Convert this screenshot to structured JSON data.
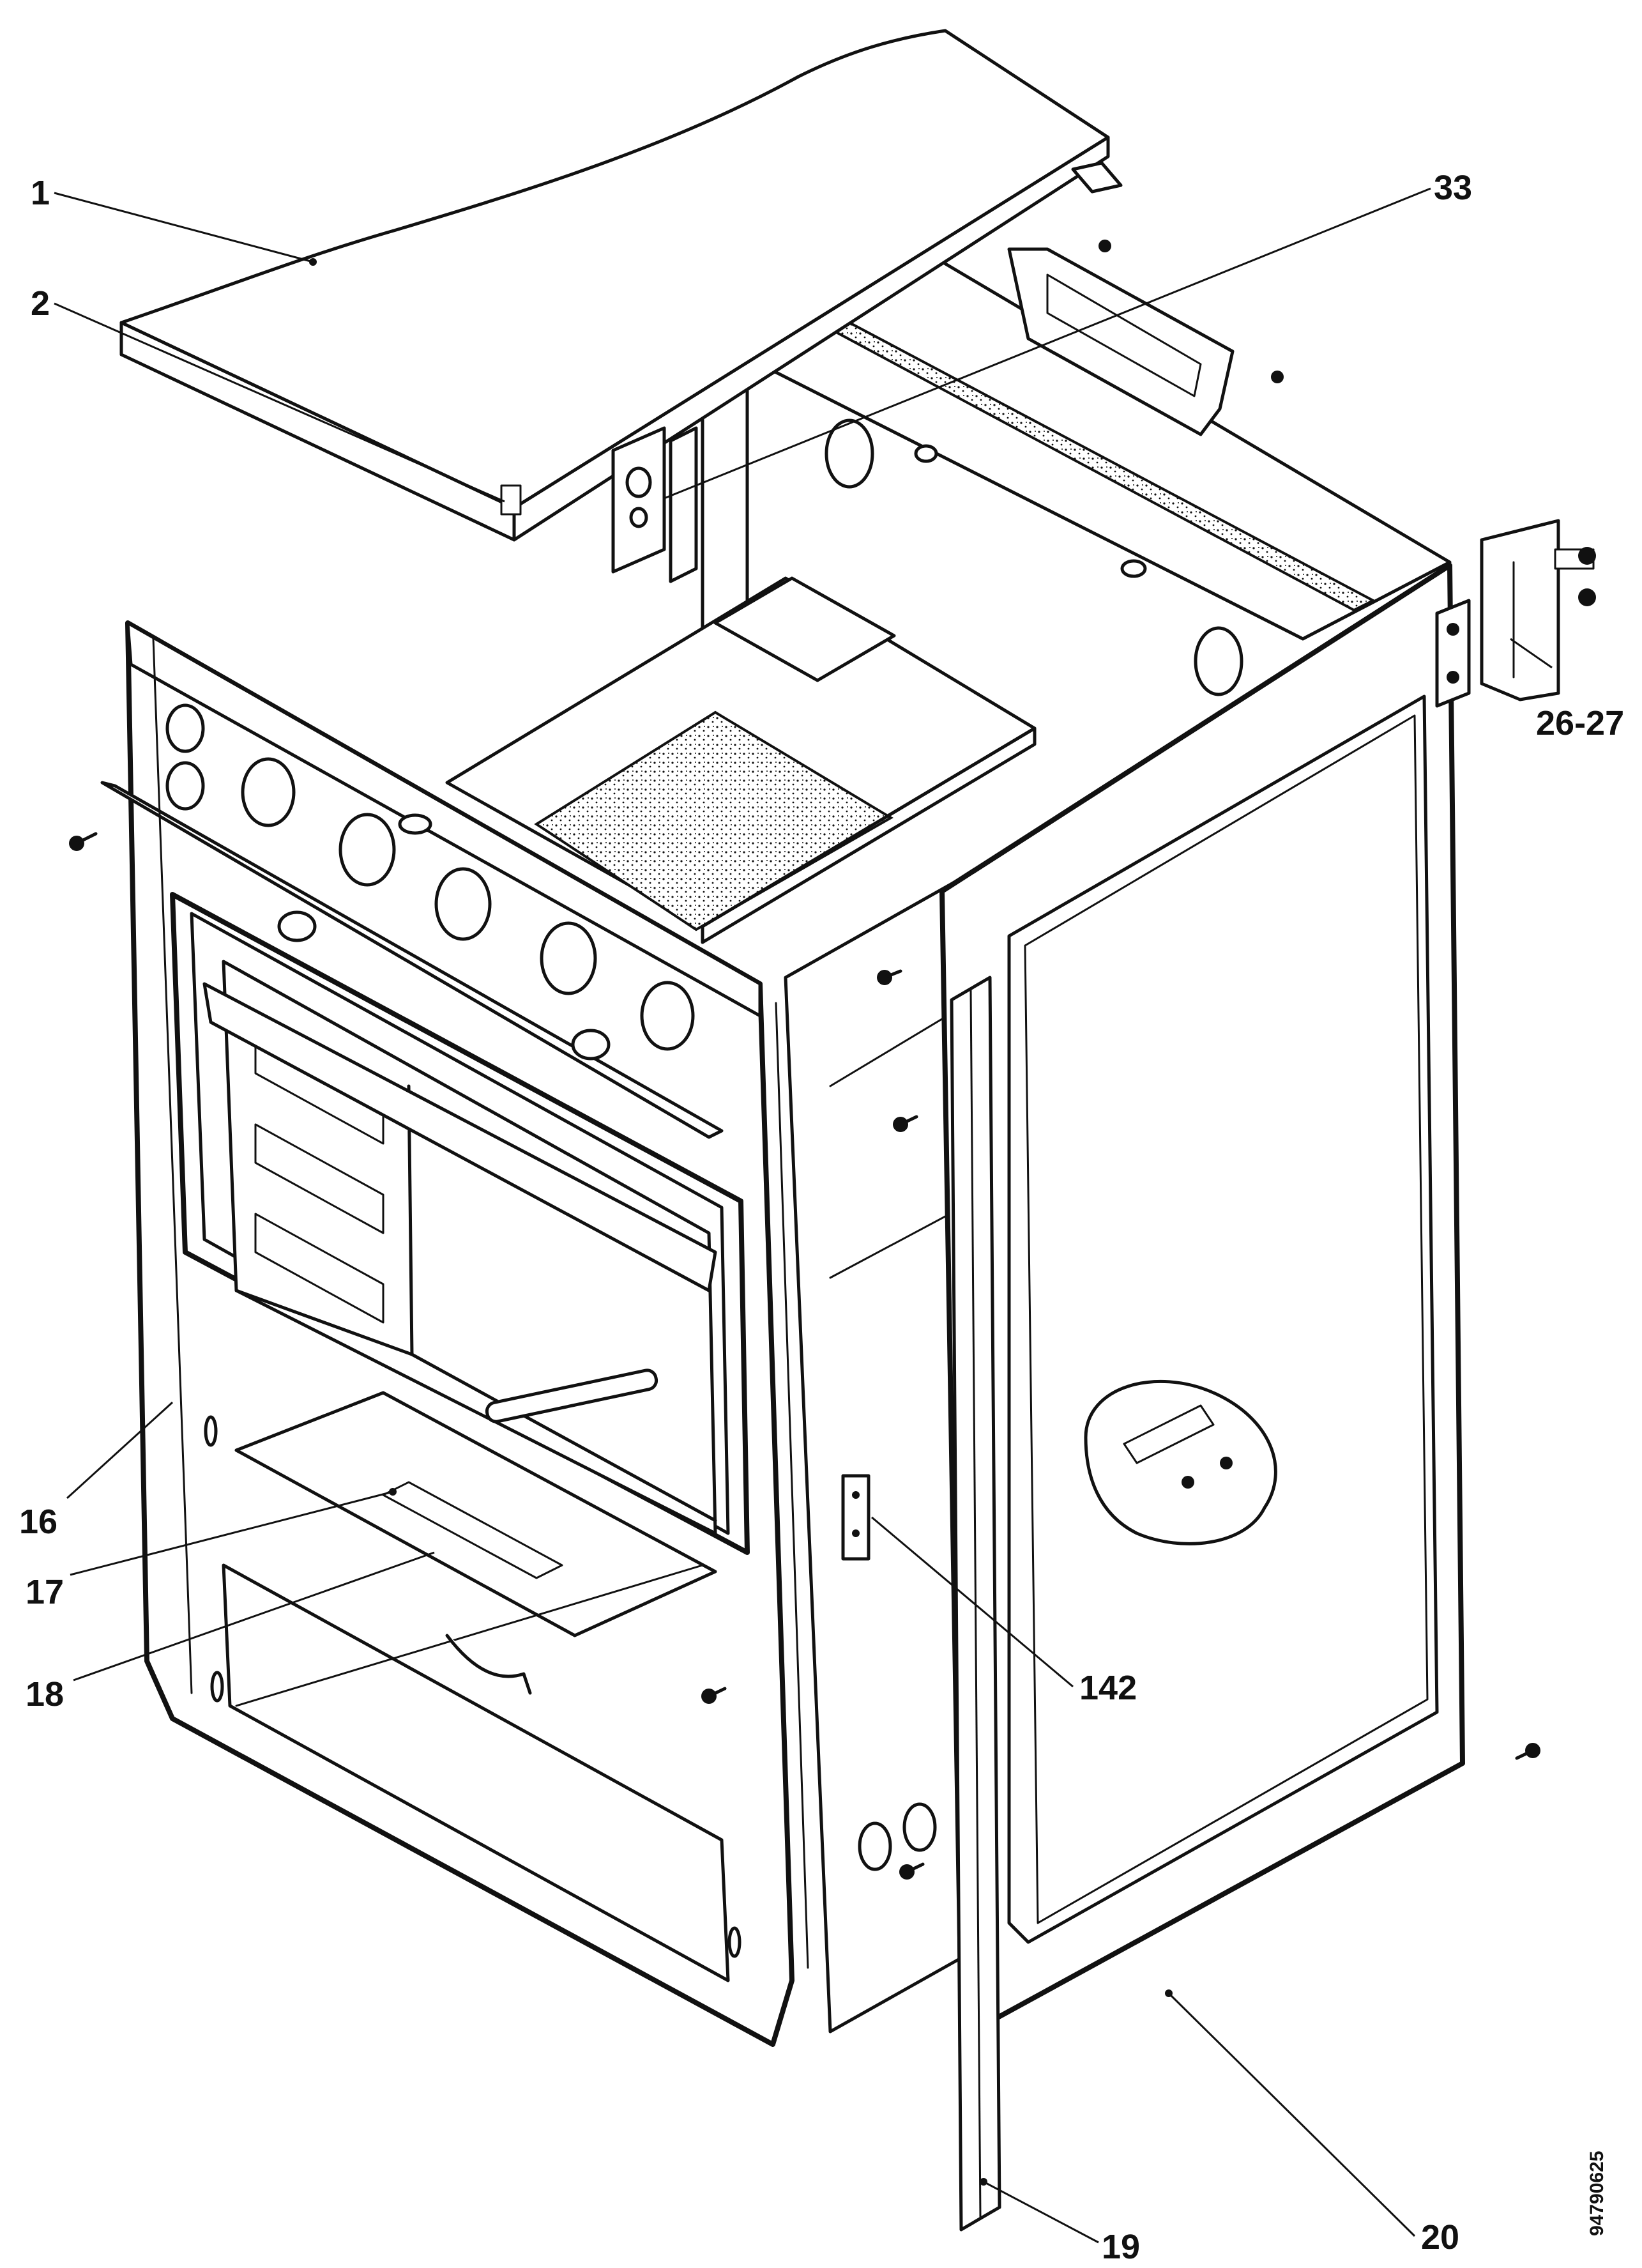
{
  "diagram": {
    "document_code": "94790625",
    "callouts": [
      {
        "id": "c1",
        "label": "1"
      },
      {
        "id": "c2",
        "label": "2"
      },
      {
        "id": "c33",
        "label": "33"
      },
      {
        "id": "c26",
        "label": "26-27"
      },
      {
        "id": "c16",
        "label": "16"
      },
      {
        "id": "c17",
        "label": "17"
      },
      {
        "id": "c18",
        "label": "18"
      },
      {
        "id": "c142",
        "label": "142"
      },
      {
        "id": "c19",
        "label": "19"
      },
      {
        "id": "c20",
        "label": "20"
      }
    ]
  }
}
